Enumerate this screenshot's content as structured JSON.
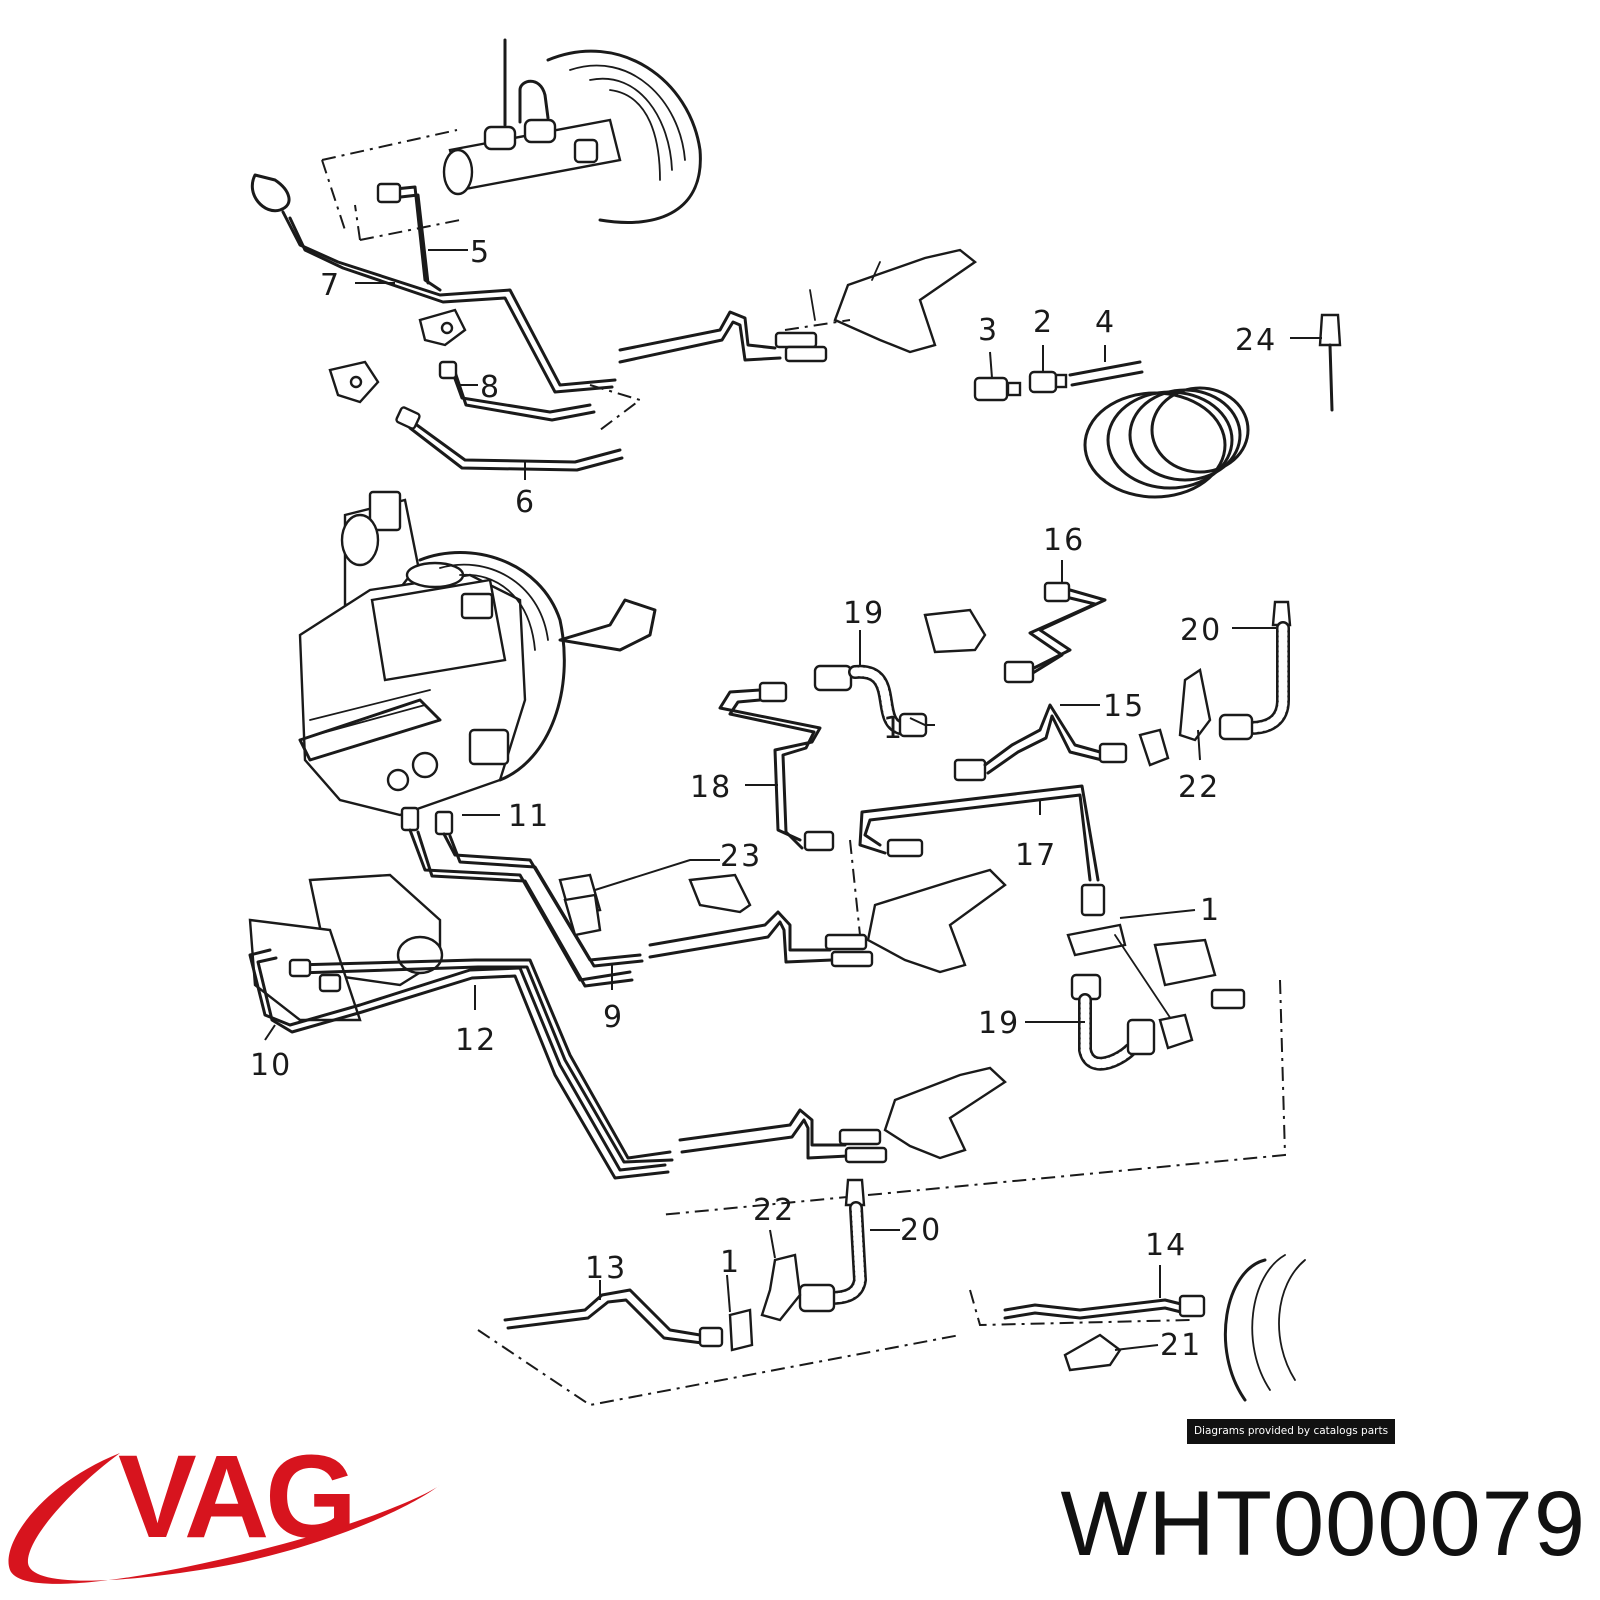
{
  "diagram": {
    "callouts": [
      "1",
      "2",
      "3",
      "4",
      "5",
      "6",
      "7",
      "8",
      "9",
      "10",
      "11",
      "12",
      "13",
      "14",
      "15",
      "16",
      "17",
      "18",
      "19",
      "20",
      "21",
      "22",
      "23",
      "24"
    ],
    "labels": {
      "c5": "5",
      "c7": "7",
      "c8": "8",
      "c6": "6",
      "c3": "3",
      "c2": "2",
      "c4": "4",
      "c24": "24",
      "c16": "16",
      "c19a": "19",
      "c20a": "20",
      "c1a": "1",
      "c15": "15",
      "c22a": "22",
      "c18": "18",
      "c11": "11",
      "c23": "23",
      "c17": "17",
      "c1b": "1",
      "c10": "10",
      "c12": "12",
      "c9": "9",
      "c19b": "19",
      "c22b": "22",
      "c20b": "20",
      "c13": "13",
      "c1c": "1",
      "c14": "14",
      "c21": "21"
    }
  },
  "credit": "Diagrams provided by catalogs parts",
  "brand": {
    "name": "VAG",
    "color": "#d7141e"
  },
  "part_number": "WHT000079"
}
